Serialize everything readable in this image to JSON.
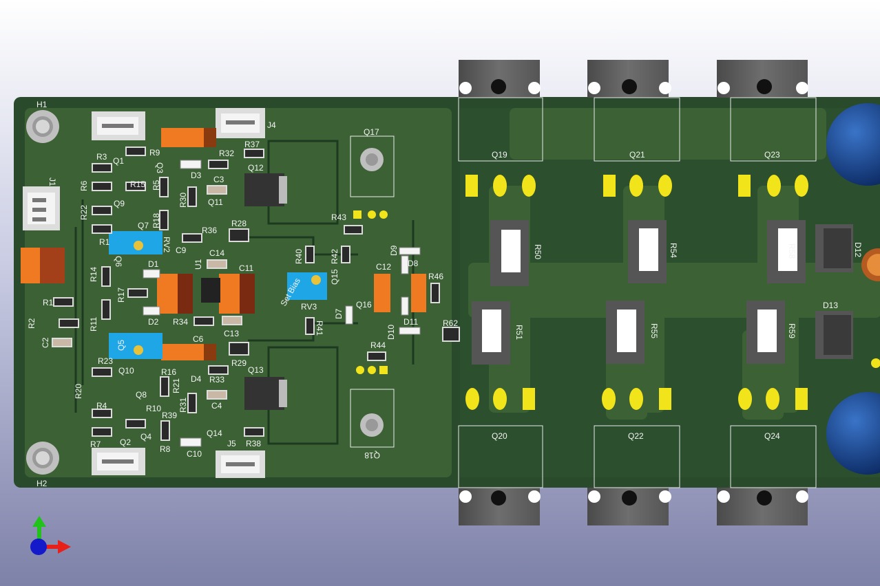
{
  "viewer": {
    "axes_icon": "xyz-axes-icon"
  },
  "colors": {
    "board": "#2d4f2f",
    "board_dark": "#1f3b22",
    "copper_zone": "#3a6533",
    "silkscreen": "#f4f4f4",
    "pad": "#f2e41a",
    "orange_cap": "#f07a22",
    "trimmer": "#1fa6e6"
  },
  "labels": {
    "H1": "H1",
    "H2": "H2",
    "J1": "J1",
    "J4": "J4",
    "J5": "J5",
    "R3": "R3",
    "R9": "R9",
    "Q1": "Q1",
    "Q3": "Q3",
    "R6": "R6",
    "R15": "R15",
    "R5": "R5",
    "R22": "R22",
    "Q9": "Q9",
    "Q7": "Q7",
    "R18": "R18",
    "R30": "R30",
    "R1": "R1",
    "RV2": "RV2",
    "C9": "C9",
    "R32": "R32",
    "D3": "D3",
    "C3": "C3",
    "Q11": "Q11",
    "R36": "R36",
    "R37": "R37",
    "Q12": "Q12",
    "R28": "R28",
    "C14": "C14",
    "D1": "D1",
    "U1": "U1",
    "C11": "C11",
    "R14": "R14",
    "R17": "R17",
    "R11": "R11",
    "Q6": "Q6",
    "D2": "D2",
    "R34": "R34",
    "C13": "C13",
    "R2": "R2",
    "C2": "C2",
    "Q5": "Q5",
    "C6": "C6",
    "R29": "R29",
    "R23": "R23",
    "Q10": "Q10",
    "R16": "R16",
    "D4": "D4",
    "R33": "R33",
    "Q13": "Q13",
    "R20": "R20",
    "Q8": "Q8",
    "R21": "R21",
    "R31": "R31",
    "C4": "C4",
    "R4": "R4",
    "R10": "R10",
    "R39": "R39",
    "Q14": "Q14",
    "R7": "R7",
    "Q2": "Q2",
    "Q4": "Q4",
    "R8": "R8",
    "C10": "C10",
    "R38": "R38",
    "Q17": "Q17",
    "R43": "R43",
    "R40": "R40",
    "R42": "R42",
    "SetBias": "Set Bias",
    "RV3": "RV3",
    "Q15": "Q15",
    "D7": "D7",
    "Q16": "Q16",
    "R41": "R41",
    "C12": "C12",
    "D9": "D9",
    "D8": "D8",
    "R46": "R46",
    "D10": "D10",
    "D11": "D11",
    "R44": "R44",
    "Q18": "Q18",
    "R62": "R62",
    "Q19": "Q19",
    "Q21": "Q21",
    "Q23": "Q23",
    "Q20": "Q20",
    "Q22": "Q22",
    "Q24": "Q24",
    "R50": "R50",
    "R54": "R54",
    "R58": "R58",
    "R51": "R51",
    "R55": "R55",
    "R59": "R59",
    "D12": "D12",
    "D13": "D13"
  }
}
